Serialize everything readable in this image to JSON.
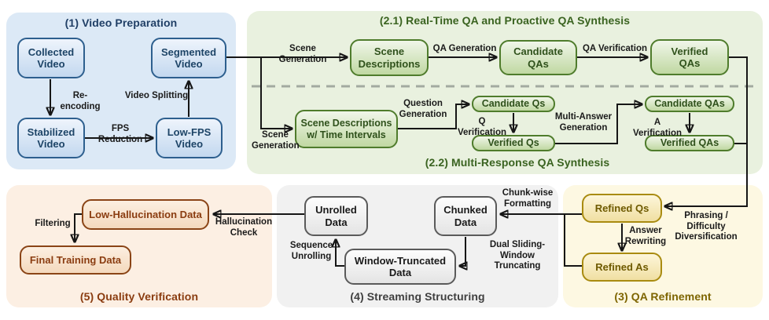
{
  "figure": {
    "name": "video QA data synthesis pipeline"
  },
  "colors": {
    "blue_region_bg": "#dce9f6",
    "blue_accent": "#2d5f8e",
    "blue_text": "#1d4467",
    "green_region_bg": "#e9f1df",
    "green_accent": "#4f7c2c",
    "green_text": "#2f511b",
    "yellow_region_bg": "#fdf8e2",
    "yellow_accent": "#a98b10",
    "yellow_text": "#6e5a00",
    "gray_region_bg": "#f1f1f1",
    "gray_accent": "#5a5a5a",
    "orange_region_bg": "#fcefe3",
    "orange_accent": "#8a4416",
    "orange_text": "#8a3c10",
    "wire": "#161616",
    "divider": "#a3aaa0"
  },
  "regions": {
    "video_preparation": {
      "title": "(1) Video Preparation"
    },
    "realtime_proactive": {
      "title": "(2.1) Real-Time QA and Proactive QA Synthesis"
    },
    "multi_response": {
      "title": "(2.2) Multi-Response QA Synthesis"
    },
    "qa_refinement": {
      "title": "(3) QA Refinement"
    },
    "streaming_structuring": {
      "title": "(4) Streaming Structuring"
    },
    "quality_verification": {
      "title": "(5) Quality Verification"
    }
  },
  "nodes": {
    "collected_video": "Collected\nVideo",
    "segmented_video": "Segmented\nVideo",
    "stabilized_video": "Stabilized\nVideo",
    "low_fps_video": "Low-FPS\nVideo",
    "scene_descriptions": "Scene\nDescriptions",
    "candidate_qas_rt": "Candidate\nQAs",
    "verified_qas_rt": "Verified\nQAs",
    "scene_desc_intervals": "Scene Descriptions\nw/ Time Intervals",
    "candidate_qs": "Candidate Qs",
    "verified_qs": "Verified Qs",
    "candidate_qas_mr": "Candidate QAs",
    "verified_qas_mr": "Verified QAs",
    "refined_qs": "Refined Qs",
    "refined_as": "Refined As",
    "unrolled_data": "Unrolled\nData",
    "chunked_data": "Chunked\nData",
    "window_truncated": "Window-Truncated\nData",
    "low_hallucination": "Low-Hallucination Data",
    "final_training": "Final Training Data"
  },
  "edges": {
    "re_encoding": "Re-encoding",
    "fps_reduction": "FPS Reduction",
    "video_splitting": "Video Splitting",
    "scene_generation_top": "Scene Generation",
    "scene_generation_bottom": "Scene\nGeneration",
    "qa_generation": "QA Generation",
    "qa_verification": "QA Verification",
    "question_generation": "Question\nGeneration",
    "q_verification": "Q Verification",
    "multi_answer_generation": "Multi-Answer\nGeneration",
    "a_verification": "A Verification",
    "phrasing_diversification": "Phrasing / Difficulty\nDiversification",
    "answer_rewriting": "Answer\nRewriting",
    "chunk_wise_formatting": "Chunk-wise\nFormatting",
    "dual_sliding_window": "Dual Sliding-\nWindow Truncating",
    "sequence_unrolling": "Sequence\nUnrolling",
    "hallucination_check": "Hallucination\nCheck",
    "filtering": "Filtering"
  }
}
